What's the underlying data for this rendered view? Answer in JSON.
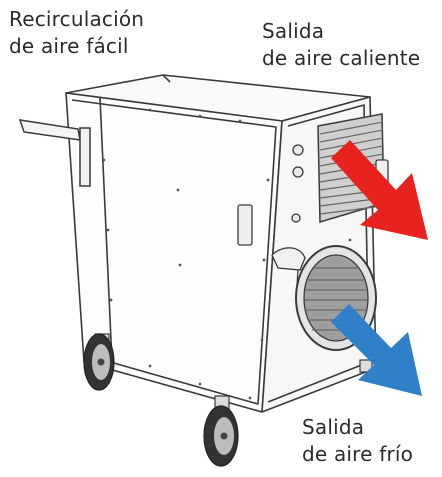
{
  "labels": {
    "recirculation": [
      "Recirculación",
      "de aire fácil"
    ],
    "hot_outlet": [
      "Salida",
      "de aire caliente"
    ],
    "cold_outlet": [
      "Salida",
      "de aire frío"
    ]
  },
  "colors": {
    "hot_arrow": "#e8231f",
    "cold_arrow": "#2f7fc9",
    "outline": "#3a3a3a",
    "text": "#2b2b2b"
  },
  "icons": {
    "hot_arrow": "arrow-down-right-red",
    "cold_arrow": "arrow-down-right-blue"
  }
}
